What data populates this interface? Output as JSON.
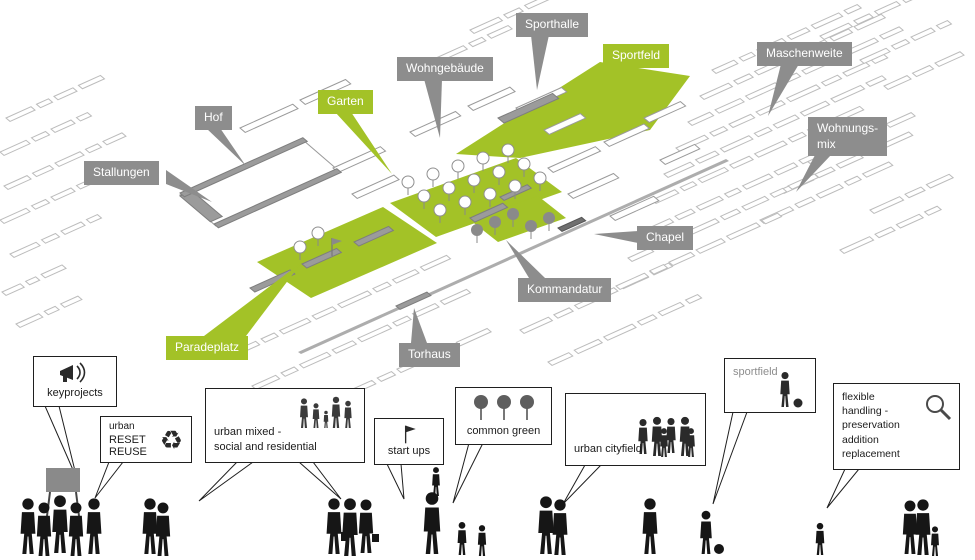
{
  "title": "urban masterplan concept diagram",
  "colors": {
    "accent_green": "#a3c227",
    "label_gray": "#8d8d8d",
    "silhouette_black": "#161616",
    "building_gray": "#9b9b9b"
  },
  "map_labels": {
    "sporthalle": {
      "text": "Sporthalle"
    },
    "wohngebaeude": {
      "text": "Wohngebäude"
    },
    "sportfeld": {
      "text": "Sportfeld"
    },
    "maschenweite": {
      "text": "Maschenweite"
    },
    "garten": {
      "text": "Garten"
    },
    "hof": {
      "text": "Hof"
    },
    "stallungen": {
      "text": "Stallungen"
    },
    "wohnungsmix": {
      "text": "Wohnungs-\nmix"
    },
    "chapel": {
      "text": "Chapel"
    },
    "kommandatur": {
      "text": "Kommandatur"
    },
    "paradeplatz": {
      "text": "Paradeplatz"
    },
    "torhaus": {
      "text": "Torhaus"
    }
  },
  "concepts": {
    "keyprojects": {
      "text": "keyprojects",
      "icon": "megaphone-icon"
    },
    "reset_reuse": {
      "line1": "urban",
      "line2": "RESET REUSE",
      "icon": "recycle-icon"
    },
    "urban_mixed": {
      "text": "urban mixed -\nsocial and residential",
      "icon": "family-icon"
    },
    "start_ups": {
      "text": "start ups",
      "icon": "flag-icon"
    },
    "common_green": {
      "text": "common green",
      "icon": "trees-icon"
    },
    "urban_cityfield": {
      "text": "urban cityfield",
      "icon": "crowd-icon"
    },
    "sportfield": {
      "text": "sportfield",
      "icon": "figure-soccer-icon"
    },
    "flexible_handling": {
      "text": "flexible\nhandling -\npreservation\naddition\nreplacement",
      "icon": "magnifier-icon"
    }
  }
}
